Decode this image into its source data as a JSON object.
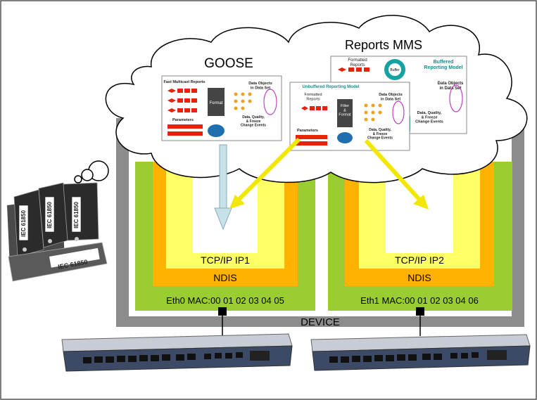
{
  "cloud_labels": {
    "goose": "GOOSE",
    "reports_mms": "Reports MMS"
  },
  "device_label": "DEVICE",
  "stacks": [
    {
      "tcpip": "TCP/IP  IP1",
      "ndis": "NDIS",
      "eth": "Eth0 MAC:00 01 02 03 04 05"
    },
    {
      "tcpip": "TCP/IP  IP2",
      "ndis": "NDIS",
      "eth": "Eth1 MAC:00 01 02 03 04 06"
    }
  ],
  "binder_labels": [
    "IEC 61850",
    "IEC 61850",
    "IEC 61850",
    "IEC 61850"
  ],
  "goose_card": {
    "title": "Fast Multicast Reports",
    "format": "Format",
    "data_objects": "Data Objects\nin Data Set",
    "parameters": "Parameters",
    "events": "Data, Quality,\n& Freeze\nChange Events"
  },
  "unbuffered_card": {
    "title": "Unbuffered Reporting Model",
    "formatted": "Formatted\nReports",
    "filter": "Filter\n&\nFormat",
    "data_objects": "Data Objects\nin Data Set",
    "parameters": "Parameters",
    "events": "Data, Quality,\n& Freeze\nChange Events"
  },
  "buffered_card": {
    "title": "Buffered\nReporting Model",
    "formatted": "Formatted\nReports",
    "buffer": "Buffer",
    "data_objects": "Data Objects\nin Data Set",
    "events": "Data, Quality,\n& Freeze\nChange Events"
  },
  "colors": {
    "device": "#8c8c8c",
    "green": "#9acd32",
    "orange": "#ffb300",
    "yellow": "#ffff66",
    "goose_arrow": "#c6e2e8",
    "mms_arrow": "#f2e700"
  }
}
